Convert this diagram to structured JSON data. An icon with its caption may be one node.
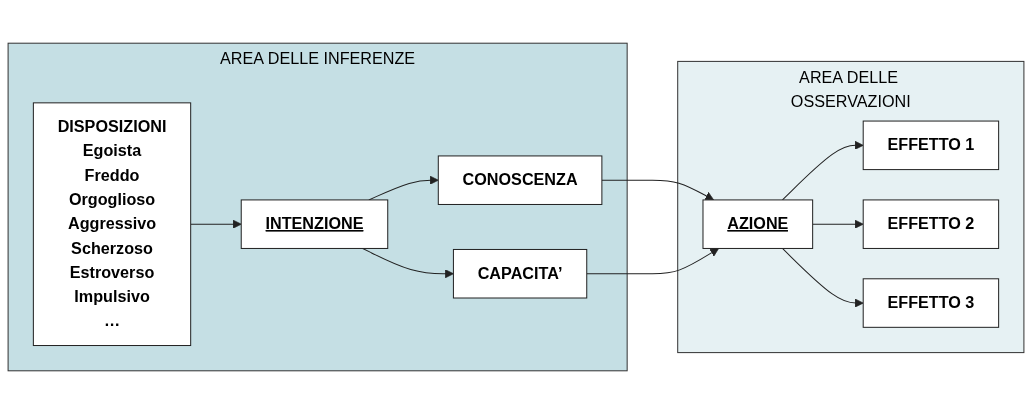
{
  "diagram": {
    "nodes": [
      {
        "text": [
          "AREA DELLE INFERENZE"
        ]
      },
      {
        "text": [
          "DISPOSIZIONI",
          "Egoista",
          "Freddo",
          "Orgoglioso",
          "Aggressivo",
          "Scherzoso",
          "Estroverso",
          "Impulsivo",
          "…"
        ],
        "in": 0
      },
      {
        "text": [
          "INTENZIONE"
        ],
        "in": 0
      },
      {
        "text": [
          "CONOSCENZA"
        ],
        "in": 0
      },
      {
        "text": [
          "CAPACITA’"
        ],
        "in": 0
      },
      {
        "text": [
          "AREA DELLE OSSERVAZIONI"
        ]
      },
      {
        "text": [
          "AZIONE"
        ],
        "in": 5
      },
      {
        "text": [
          "EFFETTO 1"
        ],
        "in": 5
      },
      {
        "text": [
          "EFFETTO 2"
        ],
        "in": 5
      },
      {
        "text": [
          "EFFETTO 3"
        ],
        "in": 5
      }
    ],
    "edges": [
      {
        "from": 1,
        "to": 2,
        "arrow": "to"
      },
      {
        "from": 2,
        "to": 3,
        "arrow": "to"
      },
      {
        "from": 2,
        "to": 4,
        "arrow": "to"
      },
      {
        "from": 3,
        "to": 6,
        "arrow": "to"
      },
      {
        "from": 4,
        "to": 6,
        "arrow": "to"
      },
      {
        "from": 6,
        "to": 7,
        "arrow": "to"
      },
      {
        "from": 6,
        "to": 8,
        "arrow": "to"
      },
      {
        "from": 6,
        "to": 9,
        "arrow": "to"
      }
    ]
  }
}
